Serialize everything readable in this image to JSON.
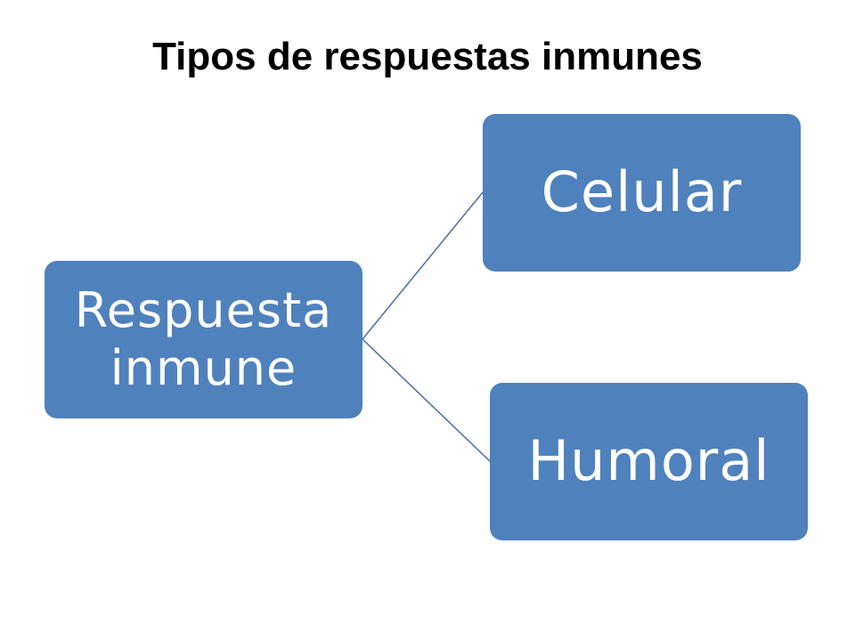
{
  "slide": {
    "title": "Tipos de respuestas inmunes"
  },
  "diagram": {
    "root": {
      "label": "Respuesta inmune"
    },
    "children": [
      {
        "label": "Celular"
      },
      {
        "label": "Humoral"
      }
    ]
  },
  "colors": {
    "node_fill": "#4f81bd",
    "node_text": "#ffffff",
    "connector": "#4a6fa5",
    "title_text": "#000000",
    "background": "#ffffff"
  }
}
